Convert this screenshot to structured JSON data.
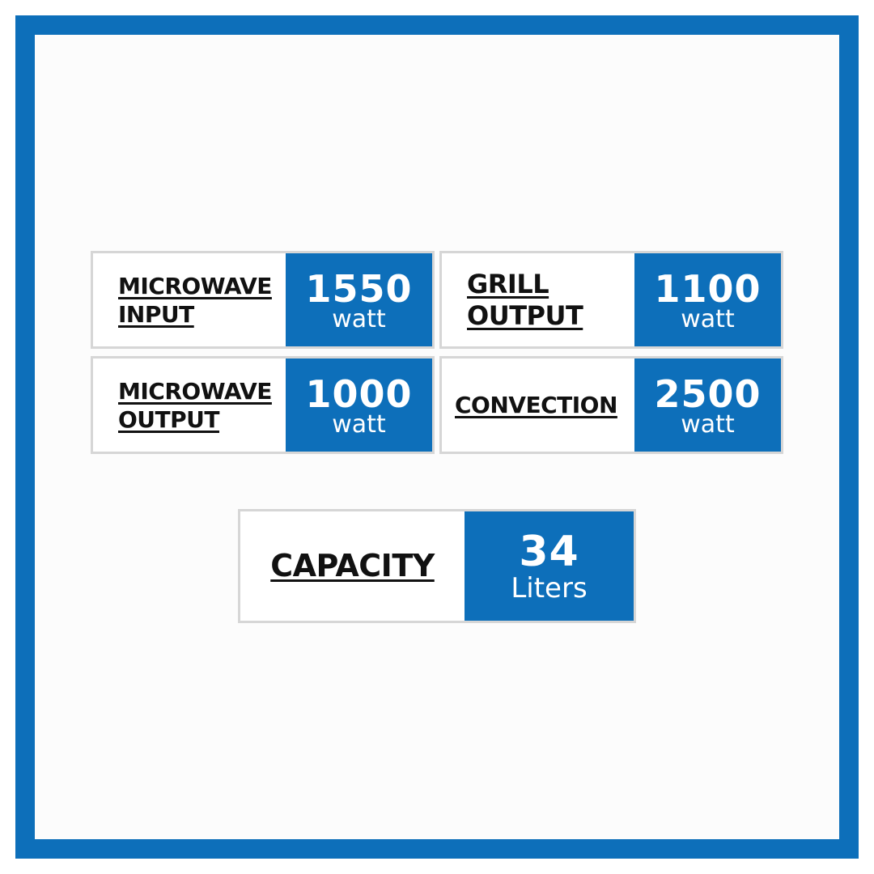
{
  "colors": {
    "accent": "#0d6fba",
    "card_border": "#d6d6d6",
    "label_text": "#111111",
    "value_text": "#ffffff"
  },
  "specs": [
    {
      "label_lines": [
        "MICROWAVE",
        "INPUT"
      ],
      "value": "1550",
      "unit": "watt"
    },
    {
      "label_lines": [
        "GRILL",
        "OUTPUT"
      ],
      "value": "1100",
      "unit": "watt"
    },
    {
      "label_lines": [
        "MICROWAVE",
        "OUTPUT"
      ],
      "value": "1000",
      "unit": "watt"
    },
    {
      "label_lines": [
        "CONVECTION"
      ],
      "value": "2500",
      "unit": "watt"
    }
  ],
  "capacity": {
    "label": "CAPACITY",
    "value": "34",
    "unit": "Liters"
  }
}
